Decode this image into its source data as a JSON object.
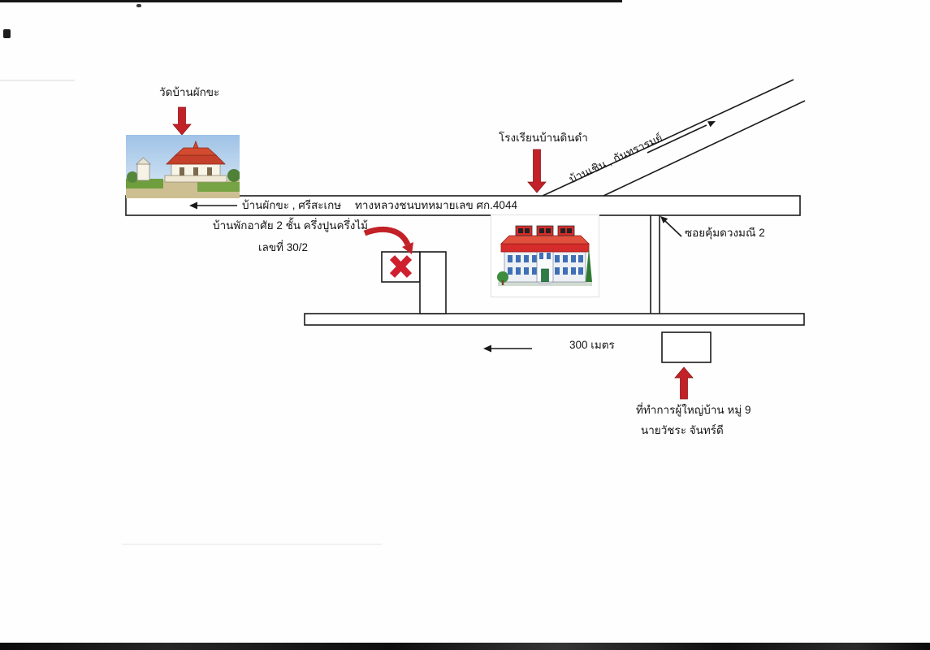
{
  "map": {
    "temple": {
      "label": "วัดบ้านผักขะ"
    },
    "school": {
      "label": "โรงเรียนบ้านดินดำ"
    },
    "diagonal_road": {
      "label": "บ้านเชิน , กันทรารมย์"
    },
    "main_road": {
      "left_label": "บ้านผักขะ , ศรีสะเกษ",
      "name": "ทางหลวงชนบทหมายเลข ศก.4044"
    },
    "house": {
      "label_line1": "บ้านพักอาศัย 2 ชั้น ครึ่งปูนครึ่งไม้",
      "label_line2": "เลขที่ 30/2"
    },
    "soi": {
      "label": "ซอยคุ้มดวงมณี 2"
    },
    "distance": {
      "label": "300 เมตร"
    },
    "office": {
      "label_line1": "ที่ทำการผู้ใหญ่บ้าน หมู่ 9",
      "label_line2": "นายวัชระ จันทร์ดี"
    },
    "icons": {
      "temple_pointer": "red-block-arrow-down",
      "school_pointer": "red-block-arrow-down",
      "office_pointer": "red-block-arrow-up",
      "house_pointer": "red-curved-arrow",
      "house_mark": "red-x-mark",
      "road_direction_west": "black-arrow-left",
      "distance_direction": "black-arrow-left",
      "diagonal_direction": "black-arrow-northeast",
      "soi_pointer": "black-arrow-up-left"
    },
    "colors": {
      "arrow_red": "#c22127",
      "x_red": "#cf2030",
      "road_line": "#1a1a1a"
    }
  }
}
